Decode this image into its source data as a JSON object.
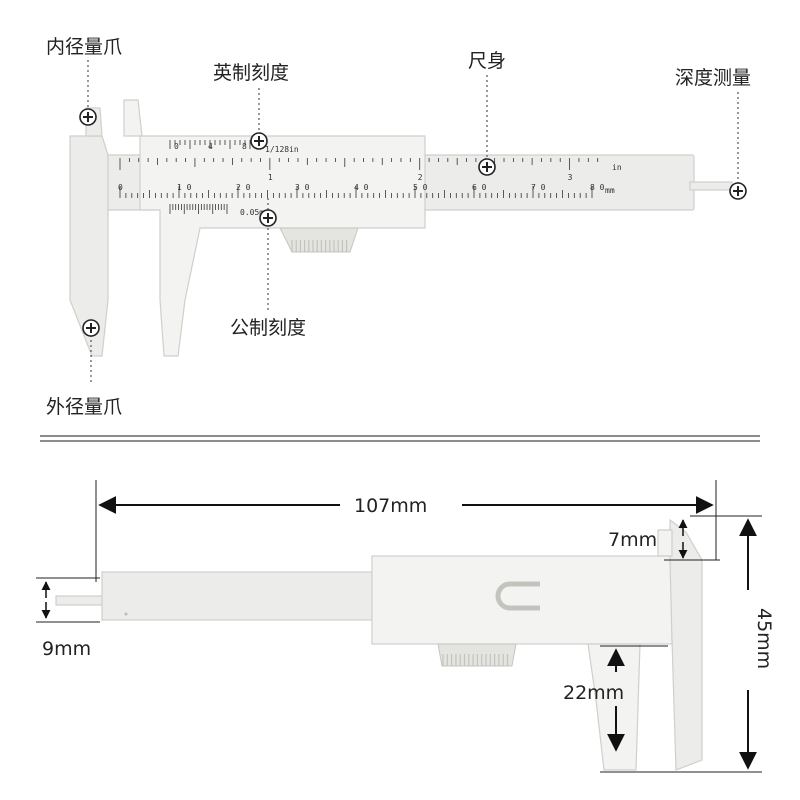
{
  "top_view": {
    "labels": {
      "inner_jaw": "内径量爪",
      "imperial_scale": "英制刻度",
      "main_body": "尺身",
      "depth_gauge": "深度测量",
      "metric_scale": "公制刻度",
      "outer_jaw": "外径量爪"
    },
    "scale_text": {
      "inch_unit": "in",
      "mm_unit": "mm",
      "vernier_inch": "1/128in",
      "vernier_mm": "0.05mm",
      "inch_marks": [
        "1",
        "2",
        "3"
      ],
      "mm_marks": [
        "0",
        "1 0",
        "2 0",
        "3 0",
        "4 0",
        "5 0",
        "6 0",
        "7 0",
        "8 0"
      ],
      "vernier_inch_marks": [
        "0",
        "4",
        "8"
      ]
    }
  },
  "bottom_view": {
    "dimensions": {
      "total_length": "107mm",
      "height": "45mm",
      "jaw_top": "7mm",
      "beam_height": "9mm",
      "jaw_depth": "22mm"
    }
  }
}
